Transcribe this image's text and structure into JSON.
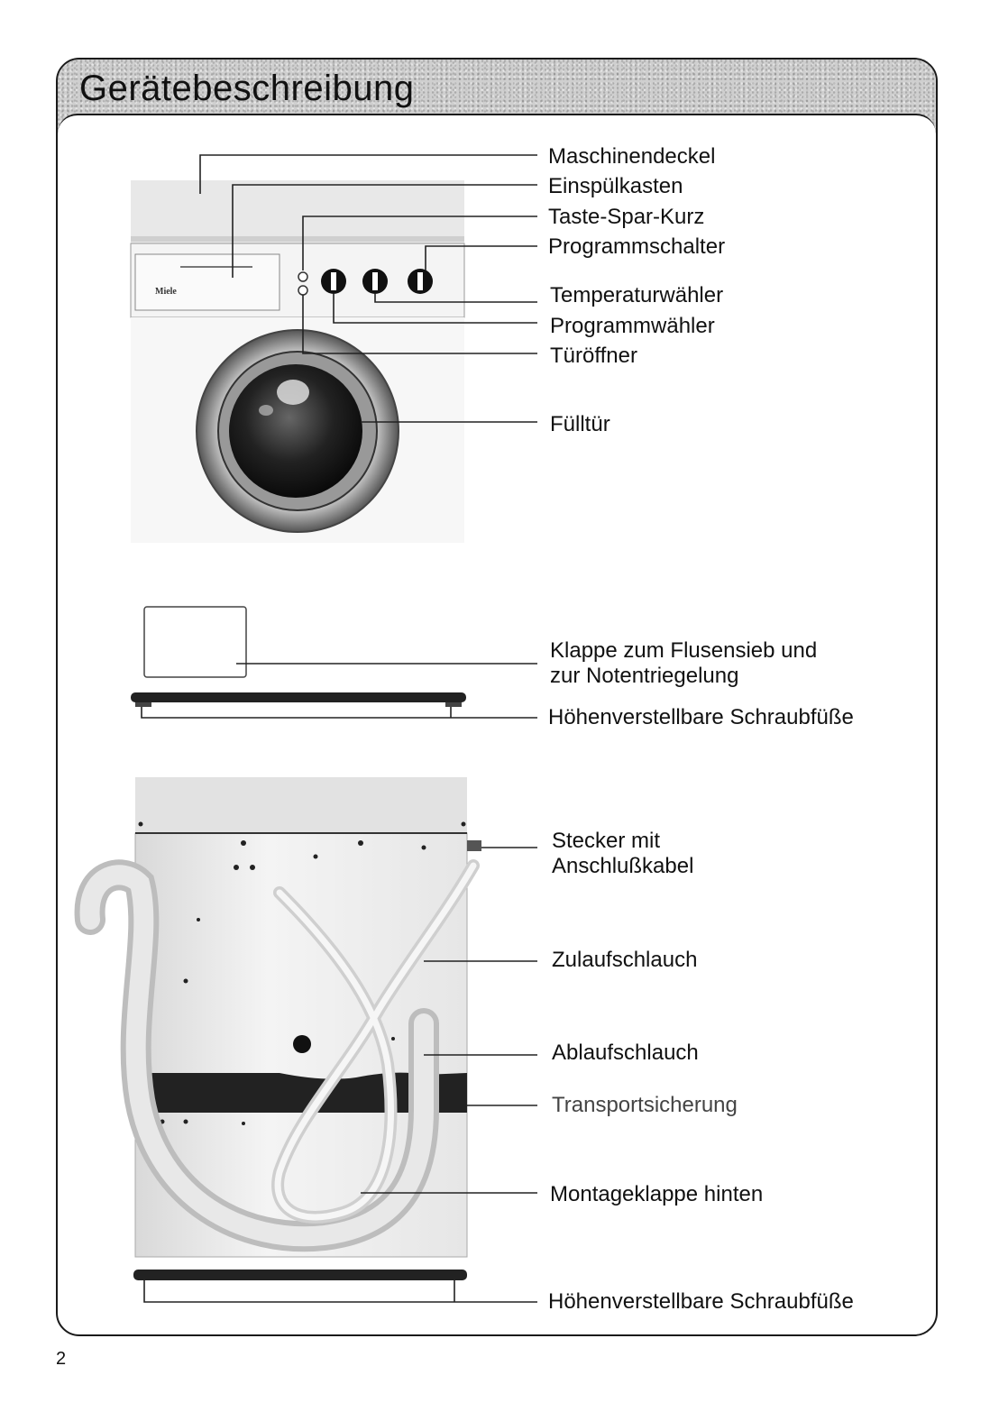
{
  "page": {
    "title": "Gerätebeschreibung",
    "page_number": "2"
  },
  "front_view": {
    "labels": [
      "Maschinendeckel",
      "Einspülkasten",
      "Taste-Spar-Kurz",
      "Programmschalter",
      "Temperaturwähler",
      "Programmwähler",
      "Türöffner",
      "Fülltür"
    ],
    "brand_on_panel": "Miele"
  },
  "base_view": {
    "labels": [
      "Klappe zum Flusensieb und",
      "zur Notentriegelung",
      "Höhenverstellbare Schraubfüße"
    ]
  },
  "rear_view": {
    "labels": [
      "Stecker mit",
      "Anschlußkabel",
      "Zulaufschlauch",
      "Ablaufschlauch",
      "Transportsicherung",
      "Montageklappe hinten",
      "Höhenverstellbare Schraubfüße"
    ]
  }
}
